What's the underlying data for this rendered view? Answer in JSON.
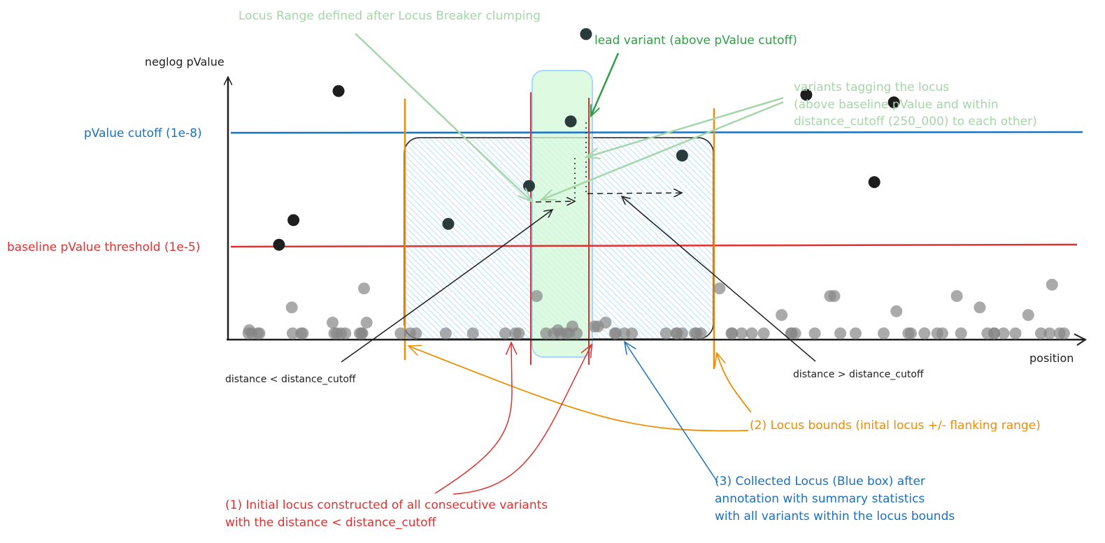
{
  "colors": {
    "axis": "#1e1e1e",
    "pvalue_cutoff": "#1971c2",
    "baseline": "#e03131",
    "locus_bounds": "#f08c00",
    "locus_range": "#a5d6a7",
    "lead_variant": "#2f9e44",
    "collected_locus": "#1971c2",
    "initial_locus": "#e03131",
    "variant_dark": "#1e1e1e",
    "variant_grey": "#868686"
  },
  "axes": {
    "y_label": "neglog pValue",
    "x_label": "position"
  },
  "thresholds": {
    "pvalue_cutoff_label": "pValue cutoff (1e-8)",
    "baseline_label": "baseline pValue threshold (1e-5)"
  },
  "annotations": {
    "locus_range": "Locus Range defined after Locus Breaker clumping",
    "lead_variant": "lead variant (above pValue cutoff)",
    "tagging_line1": "variants tagging the locus",
    "tagging_line2": "(above baseline pValue and within",
    "tagging_line3": "distance_cutoff (250_000) to each other)",
    "distance_lt": "distance < distance_cutoff",
    "distance_gt": "distance > distance_cutoff",
    "locus_bounds": "(2) Locus bounds (inital locus +/- flanking range)",
    "initial_locus_line1": "(1) Initial locus constructed of all consecutive variants",
    "initial_locus_line2": "with the distance < distance_cutoff",
    "collected_line1": "(3) Collected Locus (Blue box) after",
    "collected_line2": "annotation with summary statistics",
    "collected_line3": "with all variants within the locus bounds"
  },
  "chart_data": {
    "type": "scatter",
    "title": "",
    "xlabel": "position",
    "ylabel": "neglog pValue",
    "xlim": [
      0,
      100
    ],
    "ylim": [
      0,
      10
    ],
    "hlines": [
      {
        "name": "pValue cutoff (1e-8)",
        "y": 8
      },
      {
        "name": "baseline pValue threshold (1e-5)",
        "y": 5
      }
    ],
    "regions": {
      "locus_bounds": [
        21.5,
        57.3
      ],
      "initial_locus": [
        35.4,
        42.4
      ],
      "locus_range": [
        35.4,
        42.4
      ]
    },
    "series": [
      {
        "name": "significant variants",
        "points": [
          [
            6.0,
            5.05
          ],
          [
            7.7,
            5.7
          ],
          [
            13.0,
            9.1
          ],
          [
            25.9,
            5.6
          ],
          [
            35.4,
            6.6
          ],
          [
            40.3,
            8.3
          ],
          [
            42.1,
            10.6
          ],
          [
            53.4,
            7.4
          ],
          [
            68.0,
            9.0
          ],
          [
            78.3,
            8.8
          ],
          [
            76.0,
            6.7
          ]
        ]
      },
      {
        "name": "background variants",
        "points": [
          [
            2.5,
            2.8
          ],
          [
            2.8,
            2.3
          ],
          [
            3.7,
            1.7
          ],
          [
            2.4,
            1.2
          ],
          [
            3.5,
            1.4
          ],
          [
            7.5,
            3.4
          ],
          [
            8.8,
            1.5
          ],
          [
            7.6,
            0.9
          ],
          [
            8.6,
            0.9
          ],
          [
            12.3,
            3.0
          ],
          [
            12.8,
            2.3
          ],
          [
            13.3,
            2.7
          ],
          [
            12.5,
            2.0
          ],
          [
            13.8,
            1.7
          ],
          [
            16.0,
            3.9
          ],
          [
            16.3,
            3.0
          ],
          [
            15.8,
            1.4
          ],
          [
            15.7,
            2.0
          ],
          [
            15.5,
            0.6
          ],
          [
            20.3,
            0.8
          ],
          [
            21.4,
            1.7
          ],
          [
            22.1,
            1.6
          ],
          [
            25.6,
            2.1
          ],
          [
            28.8,
            2.1
          ],
          [
            32.6,
            1.8
          ],
          [
            33.8,
            1.5
          ],
          [
            34.2,
            1.1
          ],
          [
            36.3,
            3.7
          ],
          [
            37.4,
            1.6
          ],
          [
            38.3,
            2.3
          ],
          [
            38.8,
            2.8
          ],
          [
            39.1,
            1.2
          ],
          [
            39.8,
            1.5
          ],
          [
            40.1,
            1.3
          ],
          [
            40.5,
            2.9
          ],
          [
            41.0,
            1.9
          ],
          [
            43.1,
            2.9
          ],
          [
            43.5,
            2.9
          ],
          [
            44.4,
            3.0
          ],
          [
            45.5,
            2.4
          ],
          [
            45.6,
            1.9
          ],
          [
            46.6,
            1.9
          ],
          [
            47.5,
            2.3
          ],
          [
            51.5,
            2.1
          ],
          [
            52.7,
            2.2
          ],
          [
            52.8,
            1.3
          ],
          [
            53.4,
            1.7
          ],
          [
            55.1,
            1.4
          ],
          [
            55.6,
            2.6
          ],
          [
            54.9,
            0.9
          ],
          [
            57.8,
            3.9
          ],
          [
            59.3,
            2.7
          ],
          [
            59.2,
            1.5
          ],
          [
            60.4,
            1.6
          ],
          [
            61.6,
            1.6
          ],
          [
            63.0,
            0.8
          ],
          [
            65.1,
            3.2
          ],
          [
            66.2,
            2.5
          ],
          [
            66.3,
            2.3
          ],
          [
            66.7,
            0.9
          ],
          [
            69.0,
            2.5
          ],
          [
            70.8,
            3.7
          ],
          [
            71.3,
            3.7
          ],
          [
            72.0,
            1.8
          ],
          [
            73.8,
            0.9
          ],
          [
            77.1,
            2.6
          ],
          [
            78.6,
            3.3
          ],
          [
            80.0,
            1.5
          ],
          [
            80.3,
            1.8
          ],
          [
            81.9,
            0.8
          ],
          [
            83.4,
            2.4
          ],
          [
            84.0,
            2.0
          ],
          [
            85.7,
            3.7
          ],
          [
            86.2,
            2.5
          ],
          [
            88.4,
            3.4
          ],
          [
            89.3,
            0.8
          ],
          [
            90.1,
            2.7
          ],
          [
            90.1,
            1.8
          ],
          [
            91.2,
            1.2
          ],
          [
            92.6,
            2.4
          ],
          [
            94.1,
            3.2
          ],
          [
            95.6,
            0.8
          ],
          [
            96.6,
            2.0
          ],
          [
            96.9,
            4.0
          ],
          [
            97.8,
            2.7
          ],
          [
            98.3,
            1.1
          ]
        ]
      }
    ]
  }
}
